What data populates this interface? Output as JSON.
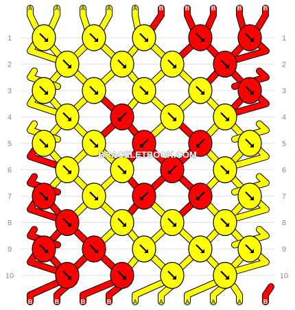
{
  "watermark": "BRACELETBOOK.COM",
  "colors": {
    "A": "#ffff00",
    "B": "#ff0000"
  },
  "top_labels": [
    "A",
    "A",
    "A",
    "A",
    "A",
    "B",
    "B",
    "B",
    "B",
    "B"
  ],
  "bottom_labels": [
    "B",
    "B",
    "B",
    "B",
    "A",
    "A",
    "A",
    "A",
    "A",
    "B"
  ],
  "row_labels_left": [
    "1",
    "2",
    "3",
    "4",
    "5",
    "6",
    "7",
    "8",
    "9",
    "10"
  ],
  "row_labels_right": [
    "1",
    "2",
    "3",
    "4",
    "5",
    "6",
    "7",
    "8",
    "9",
    "10"
  ],
  "knot_rows": [
    [
      {
        "c": "A",
        "d": "dr"
      },
      {
        "c": "A",
        "d": "dr"
      },
      {
        "c": "A",
        "d": "dr"
      },
      {
        "c": "B",
        "d": "dr"
      },
      {
        "c": "B",
        "d": "dr"
      }
    ],
    [
      {
        "c": "A",
        "d": "dr"
      },
      {
        "c": "A",
        "d": "dr"
      },
      {
        "c": "A",
        "d": "dr"
      },
      {
        "c": "B",
        "d": "dr"
      }
    ],
    [
      {
        "c": "A",
        "d": "dr"
      },
      {
        "c": "A",
        "d": "dr"
      },
      {
        "c": "A",
        "d": "dr"
      },
      {
        "c": "A",
        "d": "dr"
      },
      {
        "c": "B",
        "d": "dr"
      }
    ],
    [
      {
        "c": "A",
        "d": "dr"
      },
      {
        "c": "B",
        "d": "dl"
      },
      {
        "c": "A",
        "d": "dr"
      },
      {
        "c": "A",
        "d": "dr"
      }
    ],
    [
      {
        "c": "A",
        "d": "dr"
      },
      {
        "c": "A",
        "d": "dr"
      },
      {
        "c": "B",
        "d": "dl"
      },
      {
        "c": "B",
        "d": "dl"
      },
      {
        "c": "A",
        "d": "dr"
      }
    ],
    [
      {
        "c": "A",
        "d": "dr"
      },
      {
        "c": "A",
        "d": "dr"
      },
      {
        "c": "B",
        "d": "dl"
      },
      {
        "c": "A",
        "d": "dr"
      }
    ],
    [
      {
        "c": "B",
        "d": "dr"
      },
      {
        "c": "A",
        "d": "dr"
      },
      {
        "c": "B",
        "d": "dl"
      },
      {
        "c": "B",
        "d": "dl"
      },
      {
        "c": "A",
        "d": "dr"
      }
    ],
    [
      {
        "c": "B",
        "d": "dr"
      },
      {
        "c": "A",
        "d": "dr"
      },
      {
        "c": "A",
        "d": "dr"
      },
      {
        "c": "A",
        "d": "dr"
      }
    ],
    [
      {
        "c": "B",
        "d": "dr"
      },
      {
        "c": "B",
        "d": "dr"
      },
      {
        "c": "A",
        "d": "dr"
      },
      {
        "c": "A",
        "d": "dr"
      },
      {
        "c": "A",
        "d": "dr"
      }
    ],
    [
      {
        "c": "B",
        "d": "dr"
      },
      {
        "c": "B",
        "d": "dr"
      },
      {
        "c": "A",
        "d": "dr"
      },
      {
        "c": "A",
        "d": "dr"
      }
    ]
  ]
}
